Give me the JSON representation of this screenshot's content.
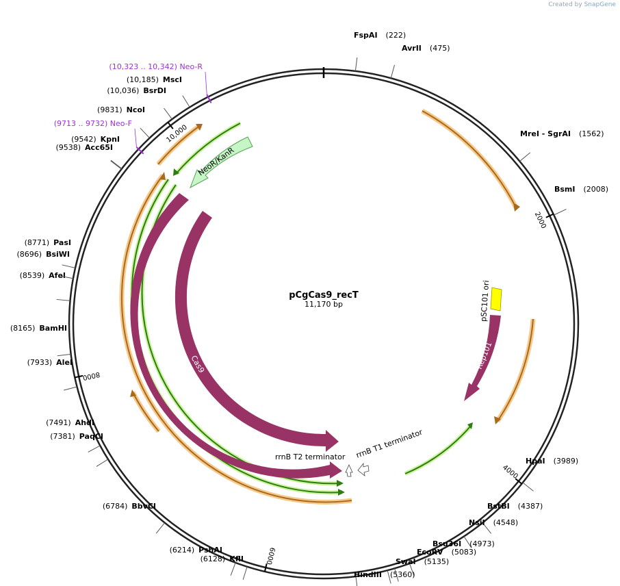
{
  "credit": {
    "prefix": "Created by",
    "brand": "SnapGene"
  },
  "plasmid": {
    "name": "pCgCas9_recT",
    "size_label": "11,170 bp",
    "length": 11170
  },
  "ticks": [
    {
      "label": "2000",
      "pos": 2000
    },
    {
      "label": "4000",
      "pos": 4000
    },
    {
      "label": "6000",
      "pos": 6000
    },
    {
      "label": "8000",
      "pos": 8000
    },
    {
      "label": "10,000",
      "pos": 10000
    }
  ],
  "sites": [
    {
      "name": "FspAI",
      "pos_label": "(222)",
      "pos": 222
    },
    {
      "name": "AvrII",
      "pos_label": "(475)",
      "pos": 475
    },
    {
      "name": "MreI  - SgrAI",
      "pos_label": "(1562)",
      "pos": 1562
    },
    {
      "name": "BsmI",
      "pos_label": "(2008)",
      "pos": 2008
    },
    {
      "name": "HpaI",
      "pos_label": "(3989)",
      "pos": 3989
    },
    {
      "name": "BstBI",
      "pos_label": "(4387)",
      "pos": 4387
    },
    {
      "name": "NsiI",
      "pos_label": "(4548)",
      "pos": 4548
    },
    {
      "name": "Bsu36I",
      "pos_label": "(4973)",
      "pos": 4973
    },
    {
      "name": "EcoRV",
      "pos_label": "(5083)",
      "pos": 5083
    },
    {
      "name": "SwaI",
      "pos_label": "(5135)",
      "pos": 5135
    },
    {
      "name": "HindIII",
      "pos_label": "(5360)",
      "pos": 5360
    },
    {
      "name": "KflI",
      "pos_label": "(6128)",
      "pos": 6128
    },
    {
      "name": "PshAI",
      "pos_label": "(6214)",
      "pos": 6214
    },
    {
      "name": "BbvCI",
      "pos_label": "(6784)",
      "pos": 6784
    },
    {
      "name": "PaqCI",
      "pos_label": "(7381)",
      "pos": 7381
    },
    {
      "name": "AhdI",
      "pos_label": "(7491)",
      "pos": 7491
    },
    {
      "name": "AleI",
      "pos_label": "(7933)",
      "pos": 7933
    },
    {
      "name": "BamHI",
      "pos_label": "(8165)",
      "pos": 8165
    },
    {
      "name": "AfeI",
      "pos_label": "(8539)",
      "pos": 8539
    },
    {
      "name": "BsiWI",
      "pos_label": "(8696)",
      "pos": 8696
    },
    {
      "name": "PasI",
      "pos_label": "(8771)",
      "pos": 8771
    },
    {
      "name": "Acc65I",
      "pos_label": "(9538)",
      "pos": 9538
    },
    {
      "name": "KpnI",
      "pos_label": "(9542)",
      "pos": 9542
    },
    {
      "name": "NcoI",
      "pos_label": "(9831)",
      "pos": 9831
    },
    {
      "name": "BsrDI",
      "pos_label": "(10,036)",
      "pos": 10036
    },
    {
      "name": "MscI",
      "pos_label": "(10,185)",
      "pos": 10185
    }
  ],
  "primers": [
    {
      "label": "(10,323 .. 10,342)  Neo-R",
      "pos": 10332
    },
    {
      "label": "(9713 .. 9732)  Neo-F",
      "pos": 9722
    }
  ],
  "features": [
    {
      "name": "NeoR/KanR",
      "color": "#c6f5c6",
      "stroke": "#56a356"
    },
    {
      "name": "Cas9",
      "color": "#993366"
    },
    {
      "name": "Cas9",
      "color": "#993366"
    },
    {
      "name": "pSC101 ori",
      "color": "#ffff00"
    },
    {
      "name": "Rep101",
      "color": "#993366"
    },
    {
      "name": "rrnB T2 terminator",
      "color": "#ffffff"
    },
    {
      "name": "rrnB T1 terminator",
      "color": "#ffffff"
    }
  ],
  "colors": {
    "orange_glow": "#f6c98a",
    "orange_line": "#a86a1e",
    "green_glow": "#c9f29a",
    "green_line": "#2f7d12",
    "backbone": "#222222"
  }
}
